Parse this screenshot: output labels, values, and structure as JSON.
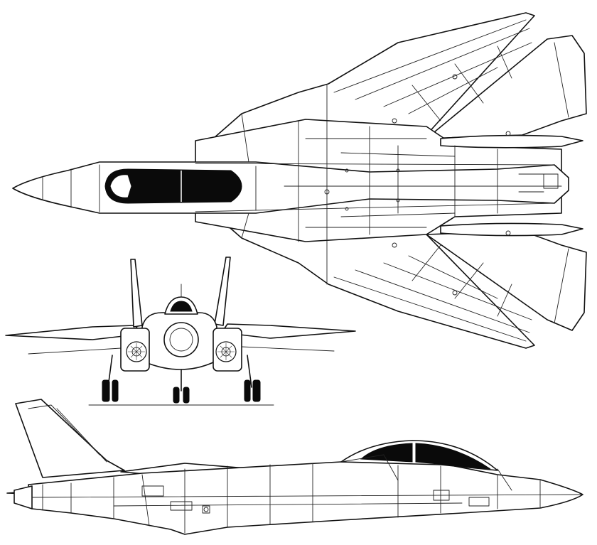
{
  "drawing": {
    "subject": "aircraft-three-view",
    "views": [
      "top-view",
      "front-view",
      "side-view"
    ],
    "line_color": "#111111",
    "canopy_fill": "#0a0a0a",
    "background": "#ffffff"
  }
}
